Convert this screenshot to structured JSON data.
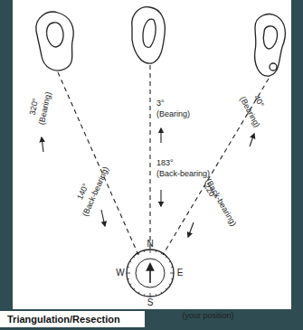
{
  "diagram": {
    "caption": "Triangulation/Resection",
    "labels": [
      "320°",
      "(Bearing)",
      "140°",
      "(Back-bearing)",
      "3°",
      "(Bearing)",
      "183°",
      "(Back-bearing)",
      "40°",
      "(Bearing)",
      "220°",
      "(Back-bearing)",
      "N",
      "E",
      "S",
      "W",
      "(your position)"
    ]
  }
}
